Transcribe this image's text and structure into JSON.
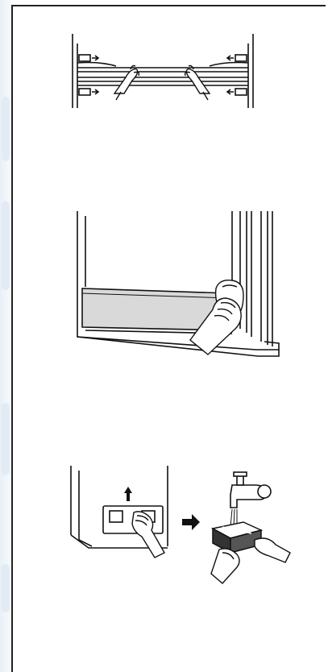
{
  "page": {
    "title": "",
    "figures": [
      {
        "name": "shelf-rail-removal",
        "description_shown": ""
      },
      {
        "name": "door-seal-cleaning",
        "description_shown": ""
      },
      {
        "name": "tray-removal-and-rinse",
        "description_shown": ""
      }
    ]
  },
  "colors": {
    "line": "#111111",
    "shade": "#d9d9d9",
    "page_edge": "#222222",
    "side_tint": "#e9f0f6"
  },
  "icons": [
    "hand-icon",
    "arrow-up-icon",
    "arrow-right-icon",
    "faucet-icon",
    "cloth-icon"
  ]
}
